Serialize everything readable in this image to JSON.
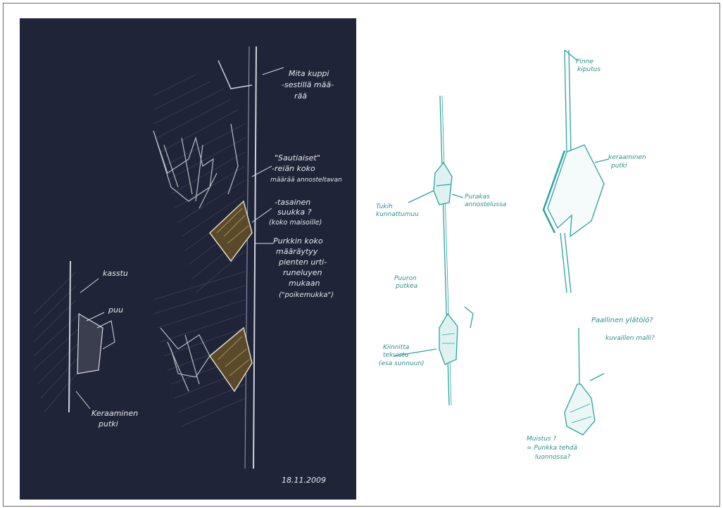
{
  "left_sketch": {
    "notes": {
      "mita_kuppi": [
        "Mita kuppi",
        "-sestillä mää-",
        "rää"
      ],
      "sautiaiset": [
        "\"Sautiaiset\"",
        "-reiän koko",
        "määrää annosteltavan"
      ],
      "tasainen": [
        "-tasainen",
        "suukka ?",
        "(koko maisoille)"
      ],
      "purkin_koko": [
        "Purkkin koko",
        "määräytyy",
        "pienten urti-",
        "runeluyen",
        "mukaan",
        "(\"poikemukka\")"
      ],
      "kasstu": "kasstu",
      "puu": "puu",
      "keraaminen": [
        "Keraaminen",
        "putki"
      ],
      "date": "18.11.2009"
    }
  },
  "right_sketch": {
    "notes": {
      "pinne": [
        "Pinne",
        "kiputus"
      ],
      "keraaminen_putki": [
        "keraaminen",
        "putki"
      ],
      "tukih": [
        "Tukih",
        "kunnattumuu"
      ],
      "purakas": [
        "Purakas",
        "annostelussa"
      ],
      "puuron": [
        "Puuron",
        "putkea"
      ],
      "kiinnitetta": [
        "Kiinnitta",
        "tekuistu",
        "(esa sunnuun)"
      ],
      "paallinen": "Paallinen ylätölö?",
      "kuvaillen": "kuvaillen malli?",
      "muistus": [
        "Muistus ?",
        "= Punkka tehdä",
        "luonnossa?"
      ]
    }
  }
}
